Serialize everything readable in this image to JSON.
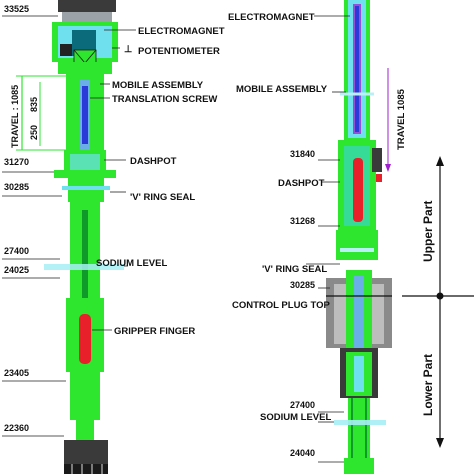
{
  "left_figure": {
    "labels": {
      "electromagnet": "ELECTROMAGNET",
      "potentiometer": "POTENTIOMETER",
      "mobile_assembly": "MOBILE ASSEMBLY",
      "translation_screw": "TRANSLATION SCREW",
      "dashpot": "DASHPOT",
      "v_ring_seal": "'V' RING SEAL",
      "sodium_level": "SODIUM LEVEL",
      "gripper_finger": "GRIPPER FINGER"
    },
    "travel": "TRAVEL : 1085",
    "dims": {
      "d835": "835",
      "d250": "250"
    },
    "elevations": [
      "33525",
      "31270",
      "30285",
      "27400",
      "24025",
      "23405",
      "22360"
    ]
  },
  "right_figure": {
    "labels": {
      "electromagnet": "ELECTROMAGNET",
      "mobile_assembly": "MOBILE ASSEMBLY",
      "dashpot": "DASHPOT",
      "v_ring_seal": "'V' RING SEAL",
      "control_plug_top": "CONTROL PLUG TOP",
      "sodium_level": "SODIUM LEVEL"
    },
    "travel": "TRAVEL 1085",
    "elevations": [
      "31840",
      "31268",
      "30285",
      "27400",
      "24040"
    ],
    "parts": {
      "upper": "Upper Part",
      "lower": "Lower Part"
    }
  },
  "colors": {
    "green": "#2ee62e",
    "cyan": "#6fe0ee",
    "red": "#e8202a",
    "blue": "#2a3ad8",
    "purple": "#a020d0"
  }
}
